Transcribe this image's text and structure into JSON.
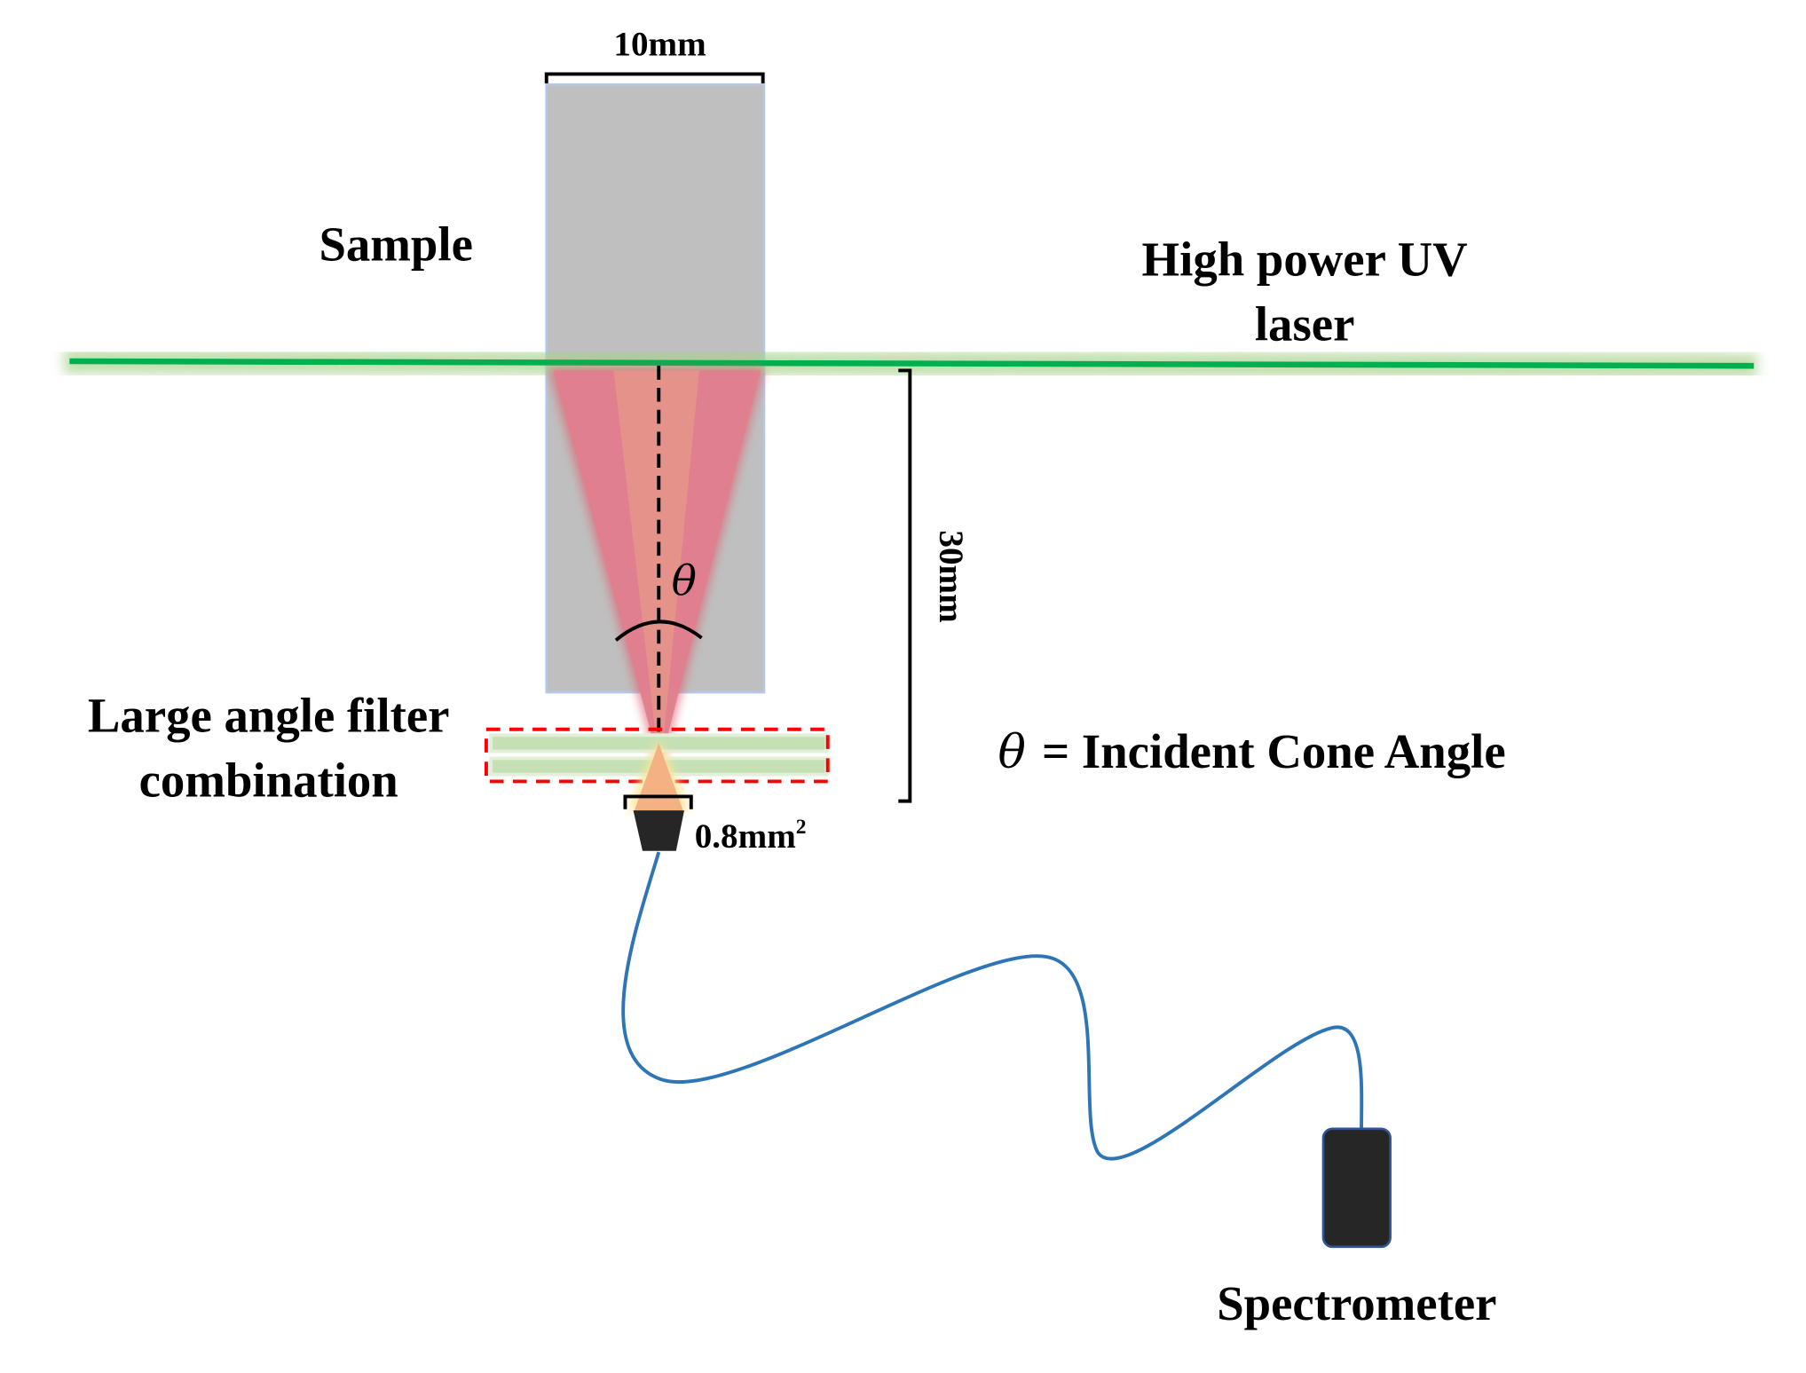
{
  "labels": {
    "width_dim": "10mm",
    "sample": "Sample",
    "laser_line1": "High power UV",
    "laser_line2": "laser",
    "height_dim": "30mm",
    "theta": "θ",
    "filter_line1": "Large angle filter",
    "filter_line2": "combination",
    "legend_theta": "θ",
    "legend_text": "= Incident Cone Angle",
    "detector_area": "0.8mm",
    "detector_area_sup": "2",
    "spectrometer": "Spectrometer"
  },
  "colors": {
    "laser": "#00b050",
    "sample": "#bfbfbf",
    "cone": "#e0707f",
    "filter": "#c5e0b4",
    "filter_box": "#ff0000",
    "fiber": "#2e75b6",
    "device": "#262626"
  }
}
